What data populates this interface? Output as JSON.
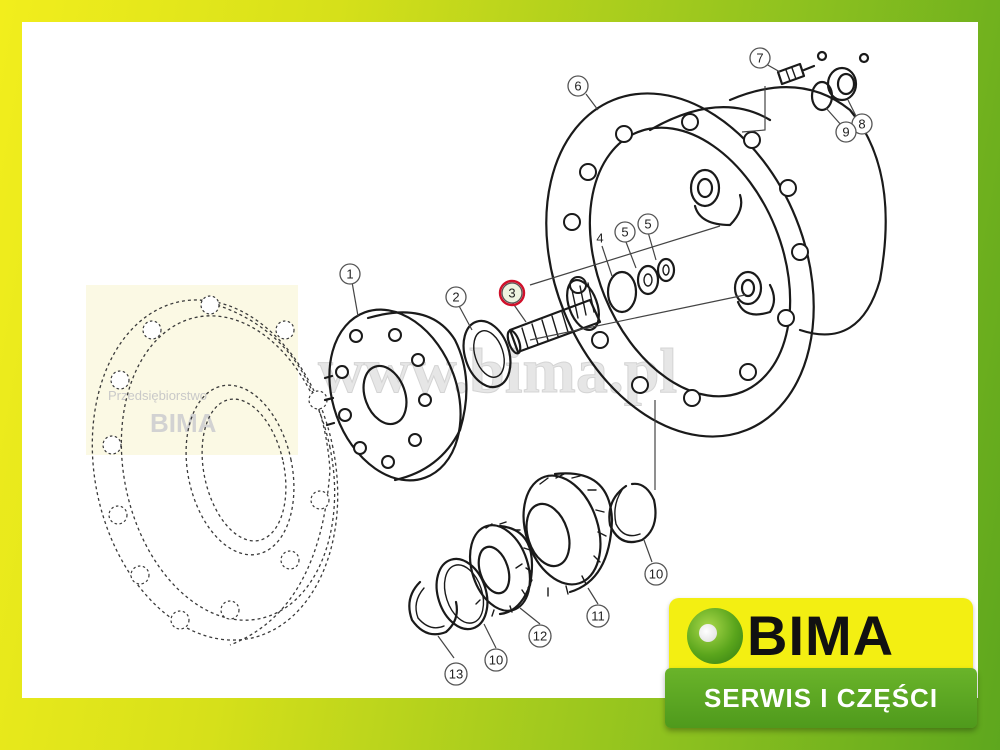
{
  "watermark": {
    "url_text": "www.bima.pl",
    "box_line1": "Przedsiębiorstwo",
    "box_line2": "BIMA"
  },
  "callouts": [
    {
      "id": "1",
      "label": "1"
    },
    {
      "id": "2",
      "label": "2"
    },
    {
      "id": "3",
      "label": "3",
      "highlighted": true
    },
    {
      "id": "4",
      "label": "4"
    },
    {
      "id": "5a",
      "label": "5"
    },
    {
      "id": "5b",
      "label": "5"
    },
    {
      "id": "6",
      "label": "6"
    },
    {
      "id": "7",
      "label": "7"
    },
    {
      "id": "8",
      "label": "8"
    },
    {
      "id": "9",
      "label": "9"
    },
    {
      "id": "10a",
      "label": "10"
    },
    {
      "id": "10b",
      "label": "10"
    },
    {
      "id": "11",
      "label": "11"
    },
    {
      "id": "12",
      "label": "12"
    },
    {
      "id": "13",
      "label": "13"
    }
  ],
  "colors": {
    "highlight": "#d0102a",
    "brand_yellow": "#f3ef12",
    "brand_green": "#5aa51c"
  },
  "logo": {
    "name": "BIMA",
    "tagline": "SERWIS I CZĘŚCI"
  }
}
